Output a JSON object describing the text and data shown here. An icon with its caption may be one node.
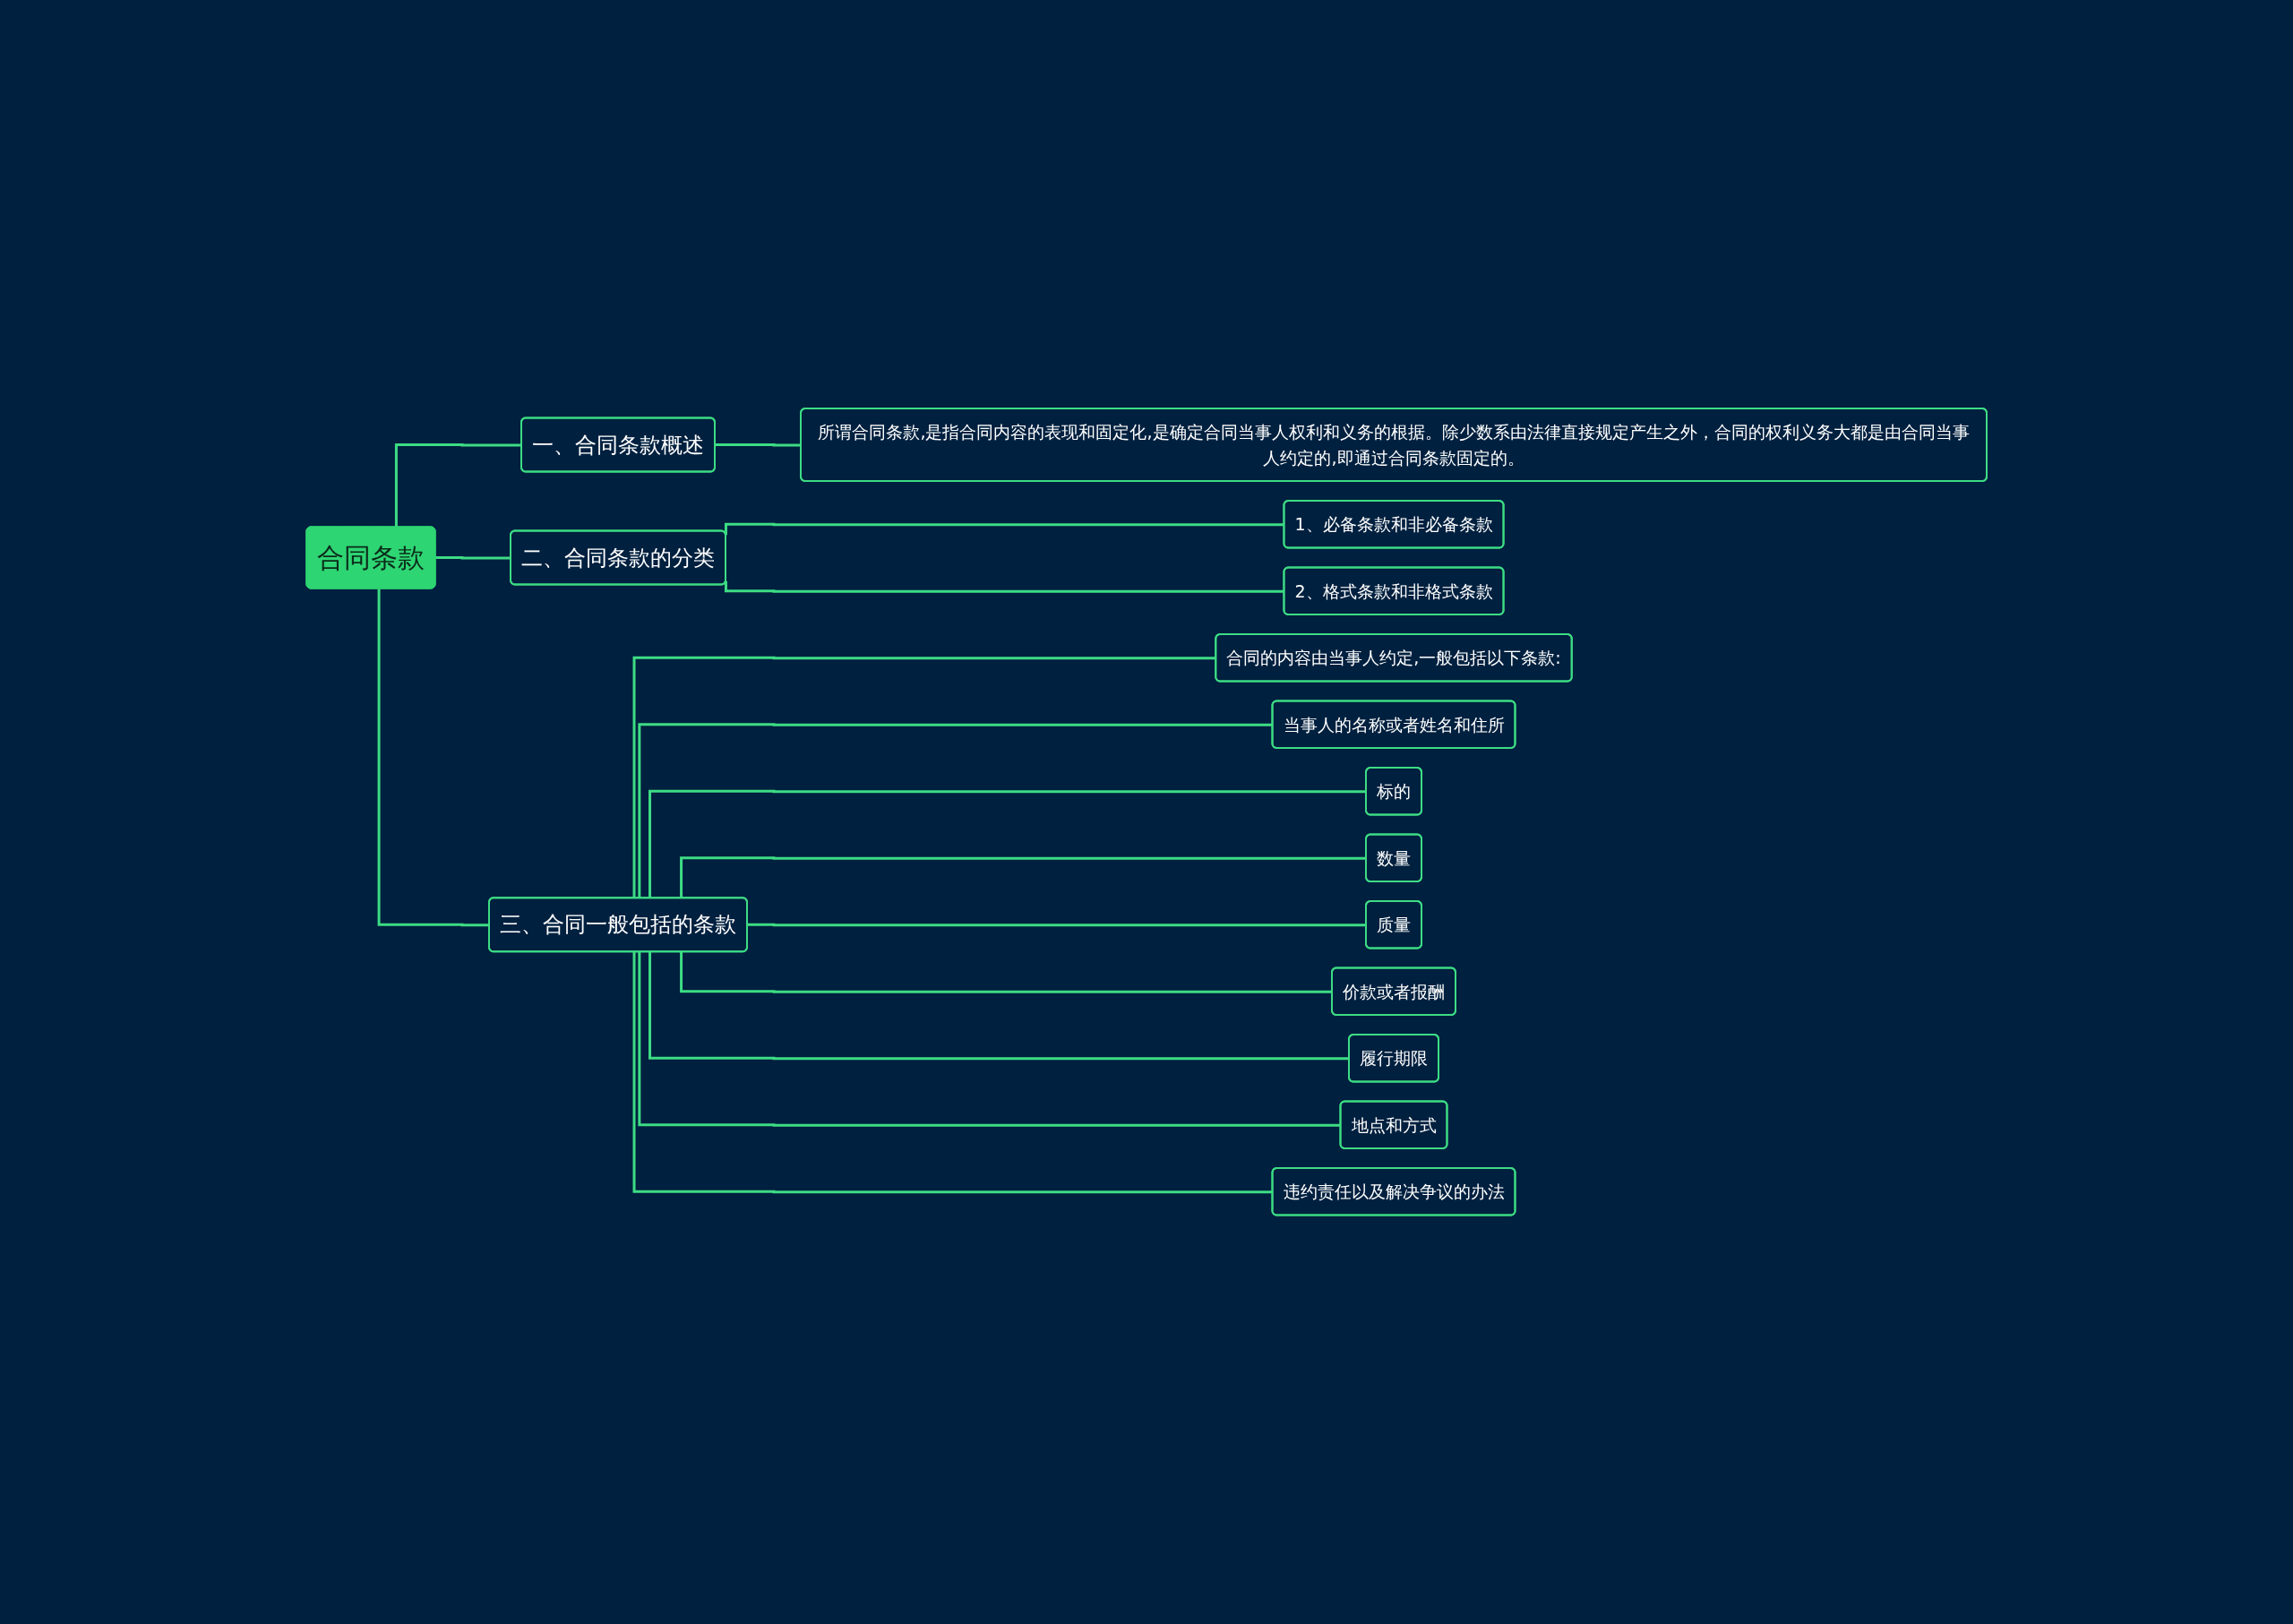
{
  "diagram": {
    "nodes": [
      {
        "text": [
          "合同条款"
        ]
      },
      {
        "text": [
          "一、合同条款概述"
        ]
      },
      {
        "text": [
          "所谓合同条款,是指合同内容的表现和固定化,是确定合同当事人权利和义务的根据。除少数系由法律直接规定产生之外，合同的权利义务大都是由合同当事人约定的,即通过合同条款固定的。"
        ]
      },
      {
        "text": [
          "二、合同条款的分类"
        ]
      },
      {
        "text": [
          "1、必备条款和非必备条款"
        ]
      },
      {
        "text": [
          "2、格式条款和非格式条款"
        ]
      },
      {
        "text": [
          "三、合同一般包括的条款"
        ]
      },
      {
        "text": [
          "合同的内容由当事人约定,一般包括以下条款:"
        ]
      },
      {
        "text": [
          "当事人的名称或者姓名和住所"
        ]
      },
      {
        "text": [
          "标的"
        ]
      },
      {
        "text": [
          "数量"
        ]
      },
      {
        "text": [
          "质量"
        ]
      },
      {
        "text": [
          "价款或者报酬"
        ]
      },
      {
        "text": [
          "履行期限"
        ]
      },
      {
        "text": [
          "地点和方式"
        ]
      },
      {
        "text": [
          "违约责任以及解决争议的办法"
        ]
      }
    ],
    "edges": [
      {
        "from": 0,
        "to": 1,
        "arrow": "none"
      },
      {
        "from": 0,
        "to": 3,
        "arrow": "none"
      },
      {
        "from": 0,
        "to": 6,
        "arrow": "none"
      },
      {
        "from": 1,
        "to": 2,
        "arrow": "none"
      },
      {
        "from": 3,
        "to": 4,
        "arrow": "none"
      },
      {
        "from": 3,
        "to": 5,
        "arrow": "none"
      },
      {
        "from": 6,
        "to": 7,
        "arrow": "none"
      },
      {
        "from": 6,
        "to": 8,
        "arrow": "none"
      },
      {
        "from": 6,
        "to": 9,
        "arrow": "none"
      },
      {
        "from": 6,
        "to": 10,
        "arrow": "none"
      },
      {
        "from": 6,
        "to": 11,
        "arrow": "none"
      },
      {
        "from": 6,
        "to": 12,
        "arrow": "none"
      },
      {
        "from": 6,
        "to": 13,
        "arrow": "none"
      },
      {
        "from": 6,
        "to": 14,
        "arrow": "none"
      },
      {
        "from": 6,
        "to": 15,
        "arrow": "none"
      }
    ]
  }
}
